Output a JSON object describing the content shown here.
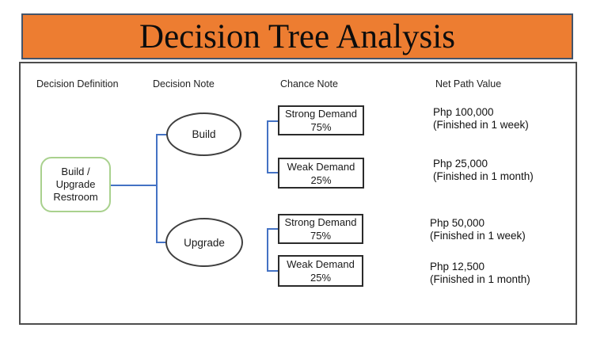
{
  "title": "Decision Tree Analysis",
  "columns": {
    "decision_definition": "Decision Definition",
    "decision_note": "Decision Note",
    "chance_note": "Chance Note",
    "net_path_value": "Net Path Value"
  },
  "root": {
    "line1": "Build /",
    "line2": "Upgrade",
    "line3": "Restroom"
  },
  "decisions": {
    "build": "Build",
    "upgrade": "Upgrade"
  },
  "chances": [
    {
      "name": "Strong Demand",
      "probability": "75%"
    },
    {
      "name": "Weak Demand",
      "probability": "25%"
    },
    {
      "name": "Strong Demand",
      "probability": "75%"
    },
    {
      "name": "Weak Demand",
      "probability": "25%"
    }
  ],
  "values": [
    {
      "amount": "Php 100,000",
      "note": "(Finished in 1 week)"
    },
    {
      "amount": "Php 25,000",
      "note": "(Finished in 1 month)"
    },
    {
      "amount": "Php 50,000",
      "note": "(Finished in 1 week)"
    },
    {
      "amount": "Php 12,500",
      "note": "(Finished in 1 month)"
    }
  ],
  "colors": {
    "banner_fill": "#ED7D31",
    "banner_border": "#44546A",
    "connector": "#4472C4",
    "root_border": "#A9D18E",
    "shape_border": "#3F3F3F",
    "frame_border": "#4D4D4D",
    "text": "#1A1A1A"
  }
}
